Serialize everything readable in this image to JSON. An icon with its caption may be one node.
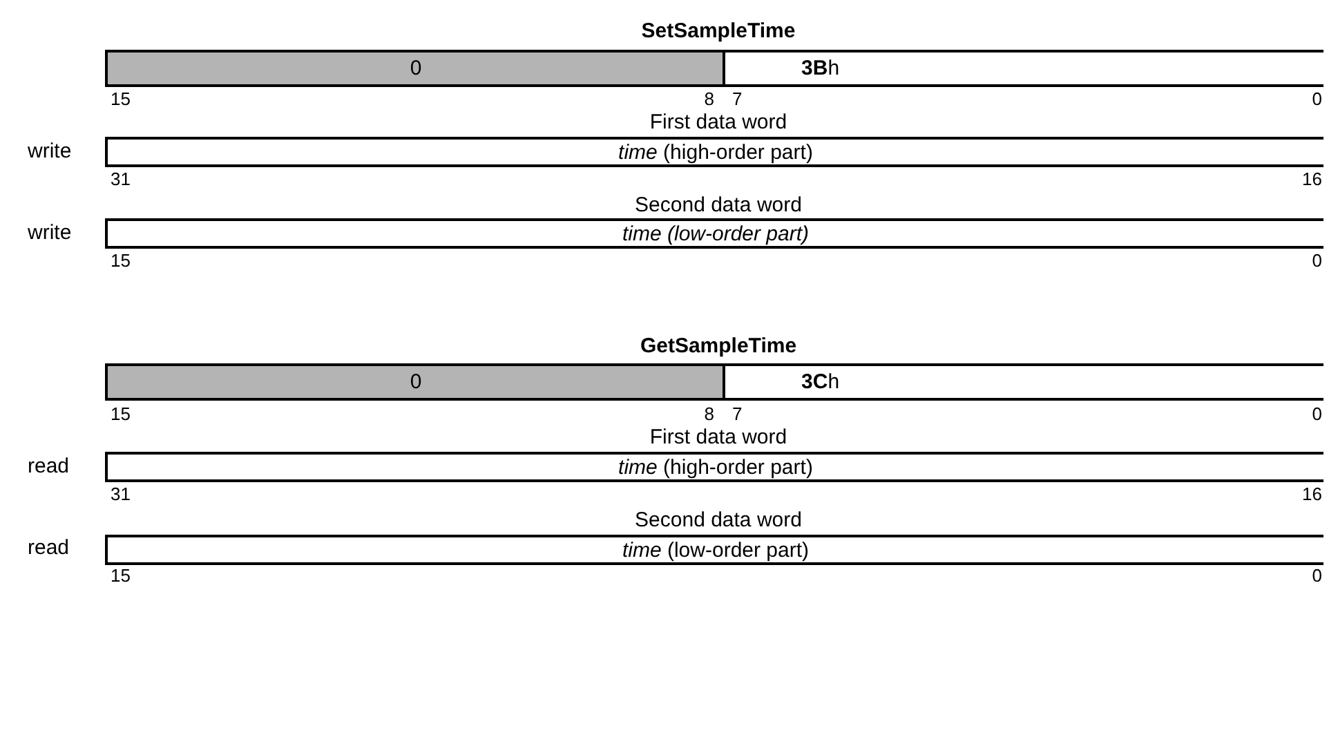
{
  "diagram": {
    "nodes": [
      {
        "text": [
          "0"
        ]
      },
      {
        "text": [
          "**3B**h"
        ]
      },
      {
        "text": [
          "*time* (high-order part)"
        ]
      },
      {
        "text": [
          "time (low-order part)"
        ]
      },
      {
        "text": [
          "0"
        ]
      },
      {
        "text": [
          "**3C**h"
        ]
      },
      {
        "text": [
          "*time* (high-order part)"
        ]
      },
      {
        "text": [
          "*time* (low-order part)"
        ]
      }
    ],
    "labels": [
      "SetSampleTime",
      "15",
      "8",
      "7",
      "0",
      "First data word",
      "write",
      "31",
      "16",
      "Second data word",
      "write",
      "15",
      "0",
      "GetSampleTime",
      "15",
      "8",
      "7",
      "0",
      "First data word",
      "read",
      "31",
      "16",
      "Second data word",
      "read",
      "15",
      "0"
    ]
  }
}
